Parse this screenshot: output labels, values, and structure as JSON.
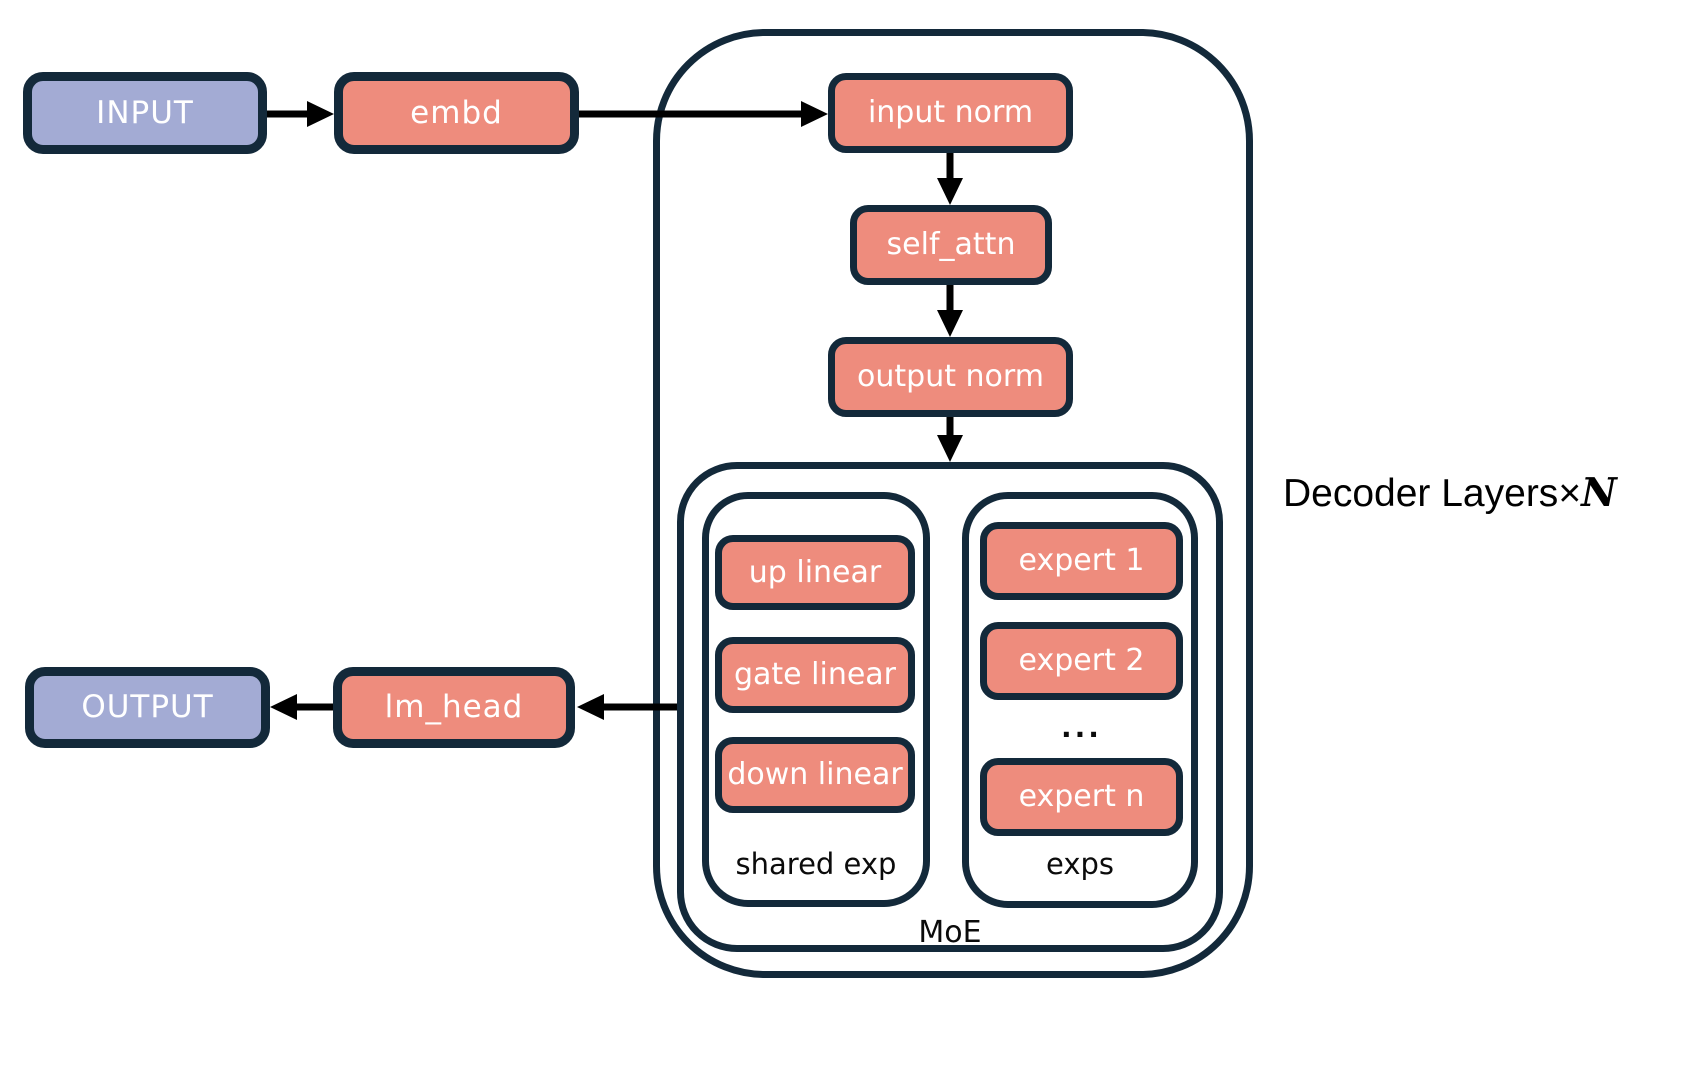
{
  "nodes": {
    "input": {
      "label": "INPUT"
    },
    "embd": {
      "label": "embd"
    },
    "input_norm": {
      "label": "input norm"
    },
    "self_attn": {
      "label": "self_attn"
    },
    "output_norm": {
      "label": "output norm"
    },
    "up_linear": {
      "label": "up linear"
    },
    "gate_linear": {
      "label": "gate linear"
    },
    "down_linear": {
      "label": "down linear"
    },
    "expert_1": {
      "label": "expert 1"
    },
    "expert_2": {
      "label": "expert 2"
    },
    "expert_n": {
      "label": "expert n"
    },
    "lm_head": {
      "label": "lm_head"
    },
    "output": {
      "label": "OUTPUT"
    }
  },
  "groups": {
    "shared_exp_label": "shared exp",
    "exps_label": "exps",
    "moe_label": "MoE"
  },
  "annotations": {
    "decoder_layers_prefix": "Decoder Layers",
    "multiply_sign": "×",
    "layer_count_symbol": "N",
    "experts_ellipsis": "..."
  },
  "colors": {
    "block_salmon": "#EE8C7D",
    "io_purple": "#A3ABD4",
    "outline_navy": "#13293A",
    "arrow_black": "#000000",
    "text_white": "#FFFFFF",
    "text_dark": "#0B0B0B"
  }
}
